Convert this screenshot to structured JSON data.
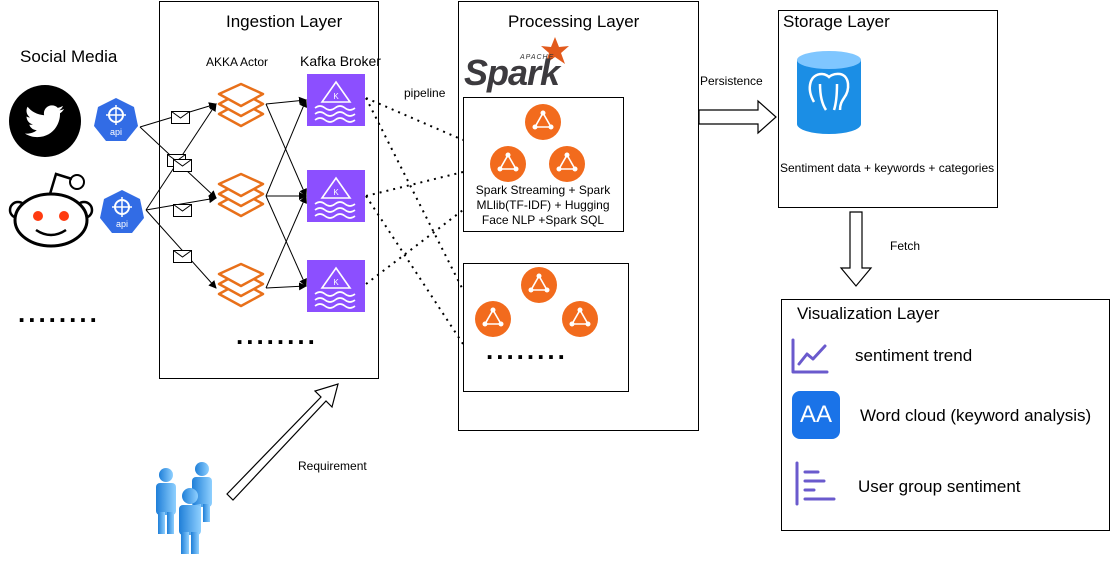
{
  "sources": {
    "title": "Social Media",
    "api_label": "api",
    "more": "........"
  },
  "ingestion": {
    "title": "Ingestion Layer",
    "akka_label": "AKKA Actor",
    "kafka_label": "Kafka Broker",
    "kafka_badge": "K",
    "more": "........"
  },
  "links": {
    "pipeline": "pipeline",
    "persistence": "Persistence",
    "fetch": "Fetch",
    "requirement": "Requirement"
  },
  "processing": {
    "title": "Processing Layer",
    "spark_logo_small": "APACHE",
    "spark_logo": "Spark",
    "cluster1_caption": "Spark Streaming + Spark MLlib(TF-IDF) + Hugging Face NLP +Spark SQL",
    "cluster2_more": "........"
  },
  "storage": {
    "title": "Storage Layer",
    "caption": "Sentiment data + keywords + categories"
  },
  "visualization": {
    "title": "Visualization Layer",
    "items": [
      {
        "label": "sentiment trend",
        "icon": "line-chart-icon"
      },
      {
        "label": "Word cloud (keyword analysis)",
        "icon": "text-size-icon",
        "glyph": "AA"
      },
      {
        "label": "User group sentiment",
        "icon": "bar-list-icon"
      }
    ]
  },
  "colors": {
    "akka": "#e8701a",
    "kafka": "#8c4fff",
    "spark": "#f26b1d",
    "kube": "#326ce5",
    "postgres_bg": "#1b8ee5",
    "word_icon": "#1a73e8",
    "vis_icon": "#6a5acd"
  }
}
